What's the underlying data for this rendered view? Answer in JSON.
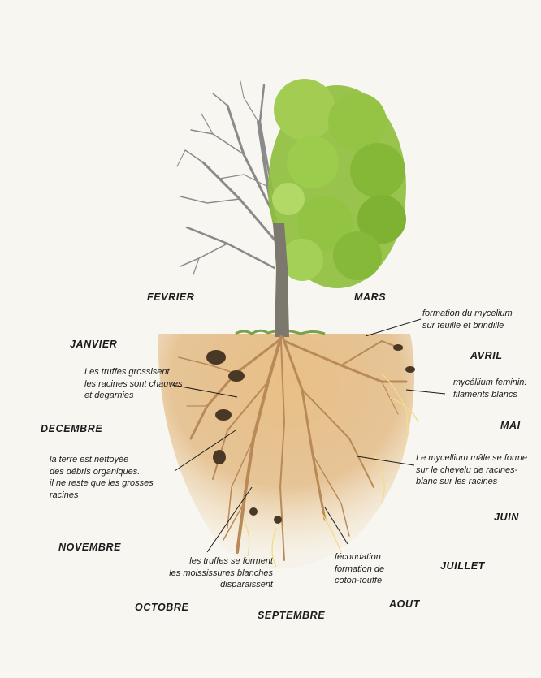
{
  "months": {
    "fevrier": "FEVRIER",
    "mars": "MARS",
    "janvier": "JANVIER",
    "avril": "AVRIL",
    "decembre": "DECEMBRE",
    "mai": "MAI",
    "juin": "JUIN",
    "novembre": "NOVEMBRE",
    "juillet": "JUILLET",
    "octobre": "OCTOBRE",
    "aout": "AOUT",
    "septembre": "SEPTEMBRE"
  },
  "notes": {
    "mycelium_formation": [
      "formation du mycelium",
      "sur feuille et brindille"
    ],
    "truffes_grossissent": [
      "Les truffes grossisent",
      "les racines sont chauves",
      "et degarnies"
    ],
    "mycelium_feminin": [
      "mycéllium feminin:",
      "filaments blancs"
    ],
    "terre_nettoyee": [
      "la terre est nettoyée",
      "des débris organiques.",
      "il ne reste que les grosses",
      "racines"
    ],
    "mycelium_male": [
      "Le mycellium mâle se forme",
      "sur le chevelu de racines-",
      "blanc sur les racines"
    ],
    "truffes_forment": [
      "les truffes se forment",
      "les moississures blanches",
      "disparaissent"
    ],
    "fecondation": [
      "fécondation",
      "formation de",
      "coton-touffe"
    ]
  },
  "colors": {
    "background": "#f7f6f1",
    "foliage": "#8dbf3c",
    "bare_branches": "#8a8a8a",
    "trunk": "#7d786d",
    "soil": "#e2b884",
    "roots": "#b98a58",
    "mycelium": "#f1dc8a",
    "truffle": "#4a3826"
  }
}
